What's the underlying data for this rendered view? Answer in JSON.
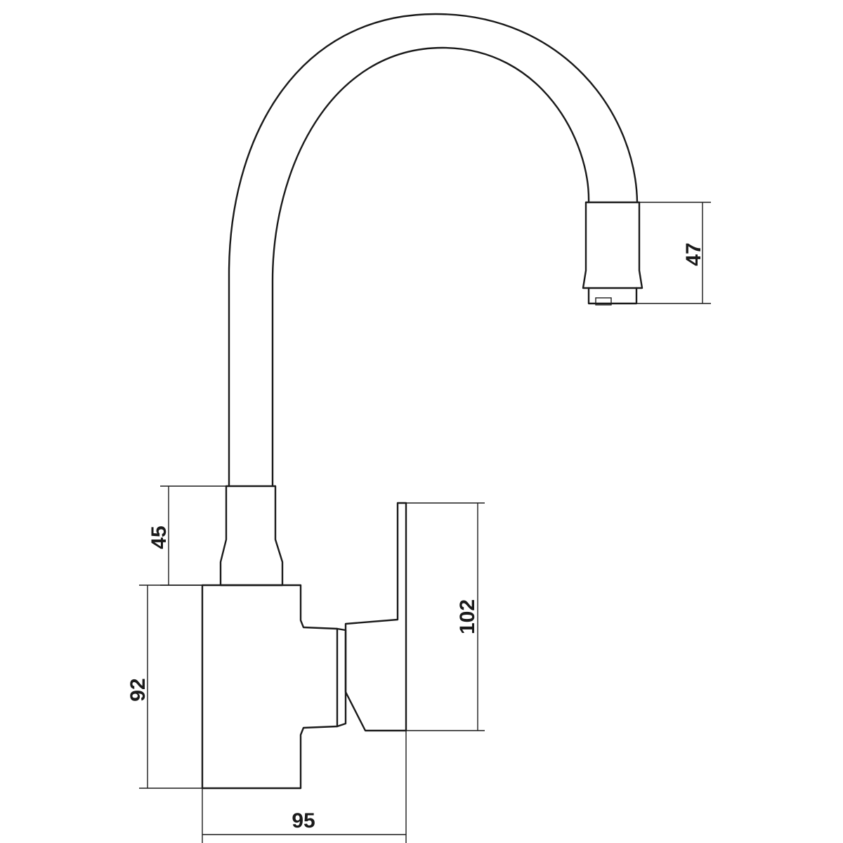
{
  "dimensions": {
    "aerator_height": "47",
    "spout_collar_height": "45",
    "handle_height": "102",
    "body_height": "92",
    "body_width": "95"
  },
  "colors": {
    "line": "#1a1a1a",
    "background": "#ffffff"
  }
}
